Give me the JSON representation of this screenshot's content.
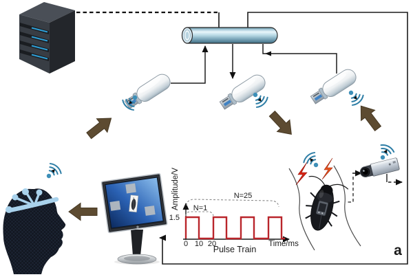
{
  "figure": {
    "panel_label": "a"
  },
  "chart_data": {
    "type": "line",
    "waveform": "square_pulse_train",
    "title": "Pulse Train",
    "xlabel": "Time/ms",
    "ylabel": "Amplitude/V",
    "x_ticks": [
      "0",
      "10",
      "20"
    ],
    "y_ticks": [
      "1.5"
    ],
    "amplitude_V": 1.5,
    "pulse_width_ms": 10,
    "period_ms": 20,
    "pulses_visible": 4,
    "x_ms": [
      0,
      10,
      10,
      20,
      20,
      30,
      30,
      40,
      40,
      50,
      50,
      60,
      60,
      70,
      70,
      76
    ],
    "y_V": [
      1.5,
      1.5,
      0,
      0,
      1.5,
      1.5,
      0,
      0,
      1.5,
      1.5,
      0,
      0,
      1.5,
      1.5,
      0,
      0
    ],
    "annotations": [
      {
        "label": "N=1",
        "span_ms": [
          0,
          20
        ]
      },
      {
        "label": "N=25",
        "span_ms": [
          0,
          72
        ]
      }
    ],
    "line_color": "#b9252b",
    "axis_color": "#1a1a1a",
    "annotation_color": "#8a8a8a",
    "grid": false,
    "legend": false
  },
  "icons": {
    "server": "server-tower-icon",
    "bus": "data-bus-pipe-icon",
    "usb_dongle": "wireless-usb-dongle-icon",
    "wireless": "wireless-signal-icon",
    "head": "eeg-electrode-head-icon",
    "monitor": "stimulus-monitor-icon",
    "insect": "cyborg-insect-icon",
    "bolt": "stimulation-lightning-icon",
    "camera": "surveillance-camera-icon",
    "flow_arrow": "brown-flow-arrow-icon"
  },
  "colors": {
    "background": "#ffffff",
    "flow_arrow_brown": "#5d4b31",
    "wireless_blue": "#2e7ea6",
    "bolt_red": "#d92414",
    "pulse_red": "#b9252b",
    "electrode_blue": "#a9d2ec",
    "server_led_blue": "#2f9fd6",
    "bus_cylinder_blue": "#9cc2d2",
    "screen_blue": "#2b62b4"
  }
}
